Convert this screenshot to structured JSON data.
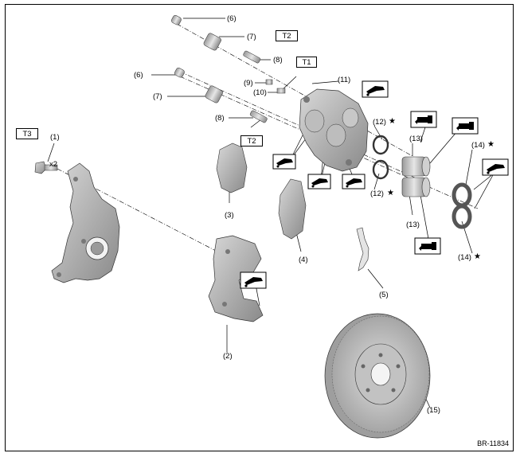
{
  "diagram": {
    "labels": {
      "n1": "(1)",
      "x2": "x2",
      "n2": "(2)",
      "n3": "(3)",
      "n4": "(4)",
      "n5": "(5)",
      "n6a": "(6)",
      "n6b": "(6)",
      "n7a": "(7)",
      "n7b": "(7)",
      "n8a": "(8)",
      "n8b": "(8)",
      "n9": "(9)",
      "n10": "(10)",
      "n11": "(11)",
      "n12a": "(12)",
      "n12b": "(12)",
      "n13a": "(13)",
      "n13b": "(13)",
      "n14a": "(14)",
      "n14b": "(14)",
      "n15": "(15)"
    },
    "torque_boxes": {
      "t1": "T1",
      "t2a": "T2",
      "t2b": "T2",
      "t3": "T3"
    },
    "star": "★",
    "drawing_code": "BR-11834"
  }
}
